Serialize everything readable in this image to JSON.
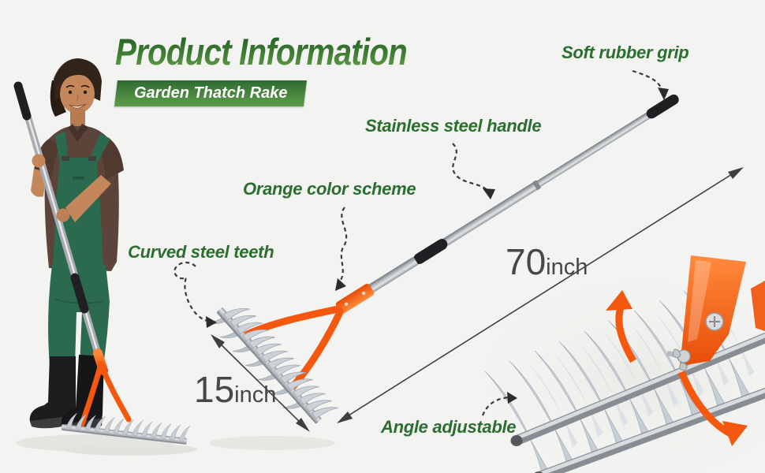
{
  "header": {
    "title": "Product Information",
    "product_name": "Garden Thatch Rake"
  },
  "callouts": {
    "soft_rubber_grip": "Soft rubber grip",
    "stainless_steel_handle": "Stainless steel handle",
    "orange_color_scheme": "Orange color scheme",
    "curved_steel_teeth": "Curved steel teeth",
    "angle_adjustable": "Angle adjustable"
  },
  "measurements": {
    "handle_length": {
      "value": "70",
      "unit": "inch"
    },
    "head_width": {
      "value": "15",
      "unit": "inch"
    }
  },
  "images": {
    "model": "woman-in-green-overalls-holding-thatch-rake",
    "product": "garden-thatch-rake-full-view",
    "closeup": "rake-head-angle-adjustment-closeup"
  },
  "colors": {
    "background": "#f3f3f1",
    "title_green_top": "#1c5722",
    "title_green_bottom": "#6aa54e",
    "banner_green_top": "#2f6a31",
    "banner_green_bottom": "#5d9b4b",
    "callout_text_green": "#2b6e2f",
    "measurement_text_gray": "#474747",
    "product_orange": "#f4570e",
    "handle_silver": "#b9bfc4",
    "grip_black": "#1f1f22"
  }
}
